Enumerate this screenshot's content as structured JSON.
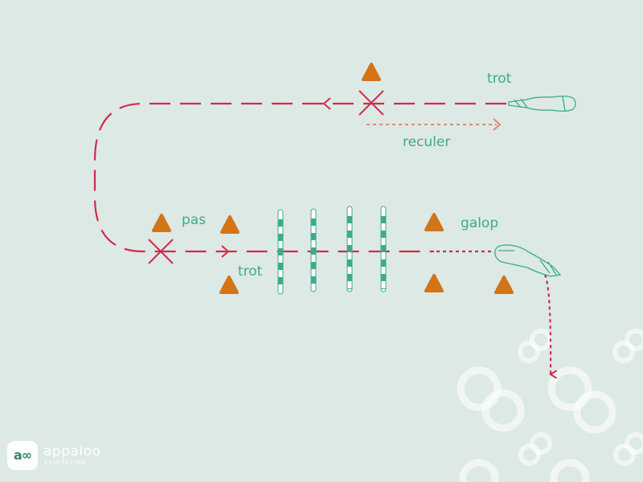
{
  "labels": {
    "top_trot": "trot",
    "reculer": "reculer",
    "pas": "pas",
    "bottom_trot": "trot",
    "galop": "galop"
  },
  "brand": {
    "logo_mark": "a∞",
    "name": "appaloo",
    "tagline": "EQUITATION"
  },
  "colors": {
    "background": "#dde9e5",
    "path": "#d42a4c",
    "reculer_arrow": "#e0877d",
    "cone": "#d37417",
    "pole": "#3bab8d",
    "text": "#3bab8d"
  }
}
